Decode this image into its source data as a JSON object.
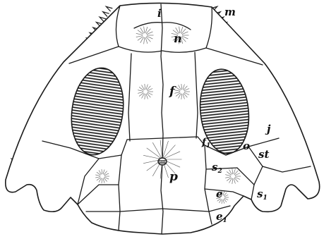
{
  "labels": {
    "i": "i",
    "m": "m",
    "n": "n",
    "f": "f",
    "f1": "f",
    "f1_sub": "1",
    "j": "j",
    "o": "o",
    "st": "st",
    "s2": "s",
    "s2_sub": "2",
    "p": "p",
    "e": "e",
    "e1": "e",
    "e1_sub": "1",
    "s1": "s",
    "s1_sub": "1"
  }
}
